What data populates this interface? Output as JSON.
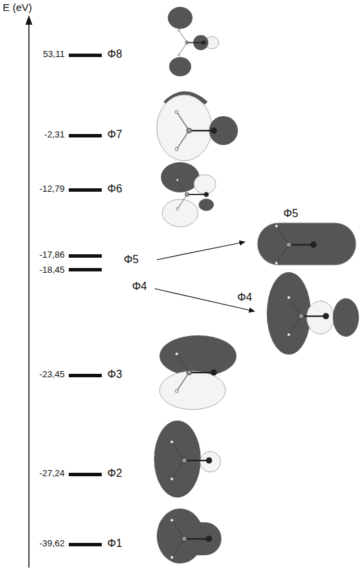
{
  "diagram": {
    "labels": [
      "E (eV)",
      "53,11",
      "Φ8",
      "-2,31",
      "Φ7",
      "-12,79",
      "Φ6",
      "Φ5",
      "-17,86",
      "Φ5",
      "-18,45",
      "Φ4",
      "Φ4",
      "-23,45",
      "Φ3",
      "-27,24",
      "Φ2",
      "-39,62",
      "Φ1"
    ]
  }
}
